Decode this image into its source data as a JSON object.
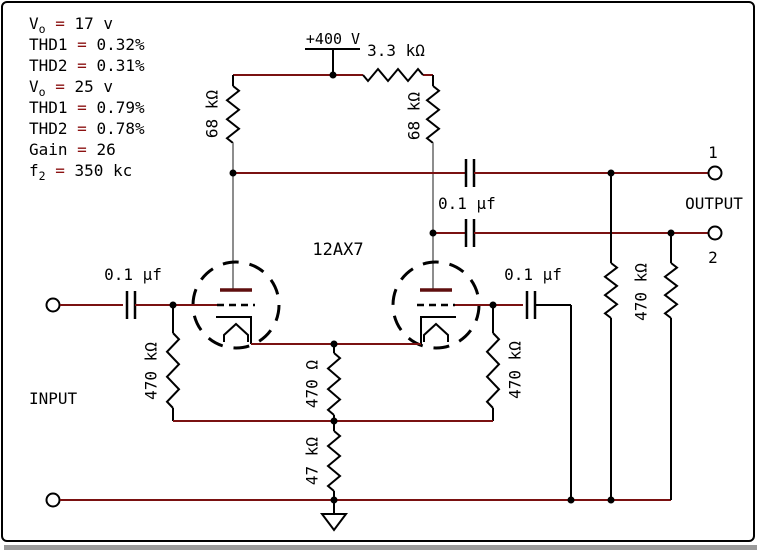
{
  "stats": {
    "eq": "=",
    "lines": [
      {
        "base": "V",
        "sub": "o",
        "value": "17 v"
      },
      {
        "base": "THD1",
        "sub": "",
        "value": "0.32%"
      },
      {
        "base": "THD2",
        "sub": "",
        "value": "0.31%"
      },
      {
        "base": "V",
        "sub": "o",
        "value": "25 v"
      },
      {
        "base": "THD1",
        "sub": "",
        "value": "0.79%"
      },
      {
        "base": "THD2",
        "sub": "",
        "value": "0.78%"
      },
      {
        "base": "Gain",
        "sub": "",
        "value": "26"
      },
      {
        "base": "f",
        "sub": "2",
        "value": "350 kc"
      }
    ]
  },
  "labels": {
    "supply": "+400 V",
    "r_supply": "3.3 kΩ",
    "r_plate_left": "68 kΩ",
    "r_plate_right": "68 kΩ",
    "tube": "12AX7",
    "cap_input": "0.1 μf",
    "cap_output": "0.1 μf",
    "cap_grid2": "0.1 μf",
    "r_grid_left": "470 kΩ",
    "r_grid_right": "470 kΩ",
    "r_cathode": "470 Ω",
    "r_tail": "47 kΩ",
    "r_load": "470 kΩ",
    "input": "INPUT",
    "output": "OUTPUT",
    "out1": "1",
    "out2": "2"
  },
  "colors": {
    "wire": "#7a1111",
    "lead": "#8d8d8d",
    "plate": "#5f0e0e",
    "eq": "#8b1111"
  }
}
